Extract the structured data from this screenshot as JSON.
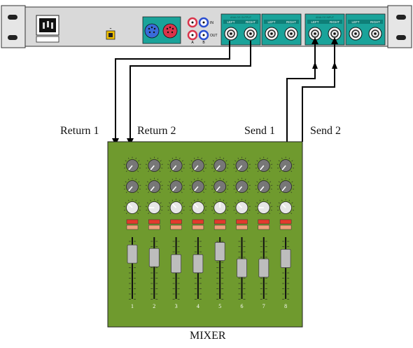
{
  "title": "MIXER",
  "rack": {
    "panel_color": "#d9d9d9",
    "section_color": "#1aa39a",
    "combo_labels": [
      "IN",
      "OUT"
    ],
    "combo_sub": [
      "A",
      "B"
    ],
    "groups": [
      {
        "name": "ANALOG OUTPUT",
        "jacks": [
          "LEFT",
          "RIGHT"
        ]
      },
      {
        "name": "",
        "jacks": [
          "LEFT",
          "RIGHT"
        ]
      },
      {
        "name": "ANALOG INPUT",
        "jacks": [
          "LEFT",
          "RIGHT"
        ]
      },
      {
        "name": "",
        "jacks": [
          "LEFT",
          "RIGHT"
        ]
      }
    ]
  },
  "connections": {
    "return_1": "Return 1",
    "return_2": "Return 2",
    "send_1": "Send 1",
    "send_2": "Send 2"
  },
  "mixer": {
    "body_color": "#6f9a2e",
    "channels": [
      {
        "label": "1",
        "fader": 0.82
      },
      {
        "label": "2",
        "fader": 0.74
      },
      {
        "label": "3",
        "fader": 0.6
      },
      {
        "label": "4",
        "fader": 0.6
      },
      {
        "label": "5",
        "fader": 0.88
      },
      {
        "label": "6",
        "fader": 0.5
      },
      {
        "label": "7",
        "fader": 0.5
      },
      {
        "label": "8",
        "fader": 0.72
      }
    ],
    "knob_rows": [
      {
        "color": "#777777",
        "angles": [
          -140,
          -140,
          -140,
          -140,
          -140,
          -140,
          -140,
          -140
        ]
      },
      {
        "color": "#777777",
        "angles": [
          -140,
          -140,
          -140,
          -140,
          -140,
          -140,
          -140,
          -140
        ]
      },
      {
        "color": "#e6e6e6",
        "angles": [
          -45,
          -90,
          -45,
          -45,
          0,
          -45,
          -90,
          -45
        ]
      }
    ]
  }
}
